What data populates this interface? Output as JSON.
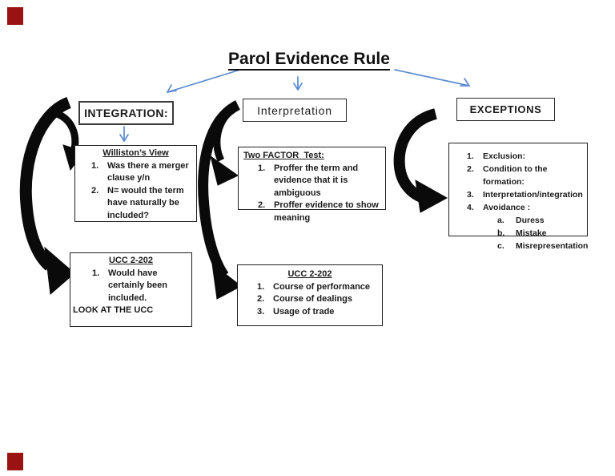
{
  "page": {
    "title": "Parol Evidence Rule"
  },
  "corner_markers": {
    "color": "#9b1212"
  },
  "colors": {
    "arrow_blue": "#5b8bd0",
    "arrow_black": "#0a0a0a",
    "border_dark": "#2b2b2b"
  },
  "integration": {
    "header": "INTEGRATION:",
    "williston": {
      "title": "Williston’s View",
      "items": [
        {
          "n": "1.",
          "text": "Was there a merger clause y/n"
        },
        {
          "n": "2.",
          "text": "N= would the term have naturally be included?"
        }
      ]
    },
    "ucc": {
      "title": "UCC 2-202",
      "items": [
        {
          "n": "1.",
          "text": "Would have certainly been included."
        }
      ],
      "note": "LOOK AT THE UCC"
    }
  },
  "interpretation": {
    "header": "Interpretation",
    "two_factor": {
      "title": "Two FACTOR  Test:",
      "items": [
        {
          "n": "1.",
          "text": "Proffer the term and evidence that it is ambiguous"
        },
        {
          "n": "2.",
          "text": "Proffer evidence to show meaning"
        }
      ]
    },
    "ucc": {
      "title": "UCC 2-202",
      "items": [
        {
          "n": "1.",
          "text": "Course of performance"
        },
        {
          "n": "2.",
          "text": "Course of dealings"
        },
        {
          "n": "3.",
          "text": "Usage of trade"
        }
      ]
    }
  },
  "exceptions": {
    "header": "EXCEPTIONS",
    "items": [
      {
        "n": "1.",
        "text": "Exclusion:"
      },
      {
        "n": "2.",
        "text": "Condition to the formation:"
      },
      {
        "n": "3.",
        "text": "Interpretation/integration"
      },
      {
        "n": "4.",
        "text": "Avoidance :"
      }
    ],
    "sub_items": [
      {
        "n": "a.",
        "text": "Duress"
      },
      {
        "n": "b.",
        "text": "Mistake"
      },
      {
        "n": "c.",
        "text": "Misrepresentation"
      }
    ]
  }
}
